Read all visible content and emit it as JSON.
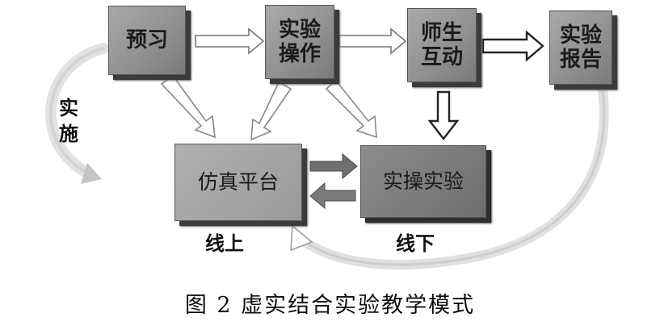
{
  "diagram": {
    "top_boxes": [
      {
        "label": "预习"
      },
      {
        "label": "实验\n操作"
      },
      {
        "label": "师生\n互动"
      },
      {
        "label": "实验\n报告"
      }
    ],
    "bottom_boxes": [
      {
        "label": "仿真平台"
      },
      {
        "label": "实操实验"
      }
    ],
    "side_label": "实\n施",
    "online_label": "线上",
    "offline_label": "线下"
  },
  "caption": "图 2  虚实结合实验教学模式"
}
